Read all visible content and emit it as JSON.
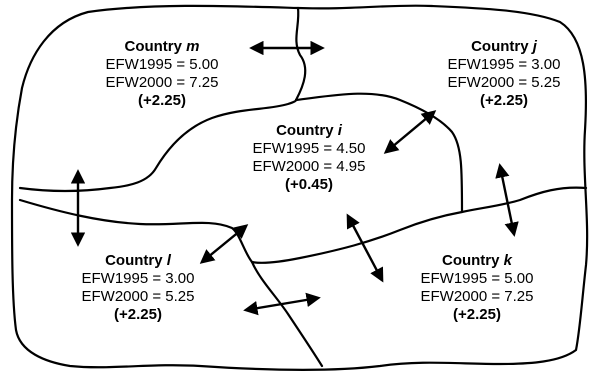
{
  "countries": {
    "m": {
      "name_prefix": "Country ",
      "letter": "m",
      "efw1995": "EFW1995 = 5.00",
      "efw2000": "EFW2000 = 7.25",
      "change": "(+2.25)"
    },
    "j": {
      "name_prefix": "Country ",
      "letter": "j",
      "efw1995": "EFW1995 = 3.00",
      "efw2000": "EFW2000 = 5.25",
      "change": "(+2.25)"
    },
    "i": {
      "name_prefix": "Country ",
      "letter": "i",
      "efw1995": "EFW1995 = 4.50",
      "efw2000": "EFW2000 = 4.95",
      "change": "(+0.45)"
    },
    "l": {
      "name_prefix": "Country ",
      "letter": "l",
      "efw1995": "EFW1995 = 3.00",
      "efw2000": "EFW2000 = 5.25",
      "change": "(+2.25)"
    },
    "k": {
      "name_prefix": "Country ",
      "letter": "k",
      "efw1995": "EFW1995 = 5.00",
      "efw2000": "EFW2000 = 7.25",
      "change": "(+2.25)"
    }
  },
  "colors": {
    "stroke": "#000000",
    "background": "#ffffff"
  }
}
